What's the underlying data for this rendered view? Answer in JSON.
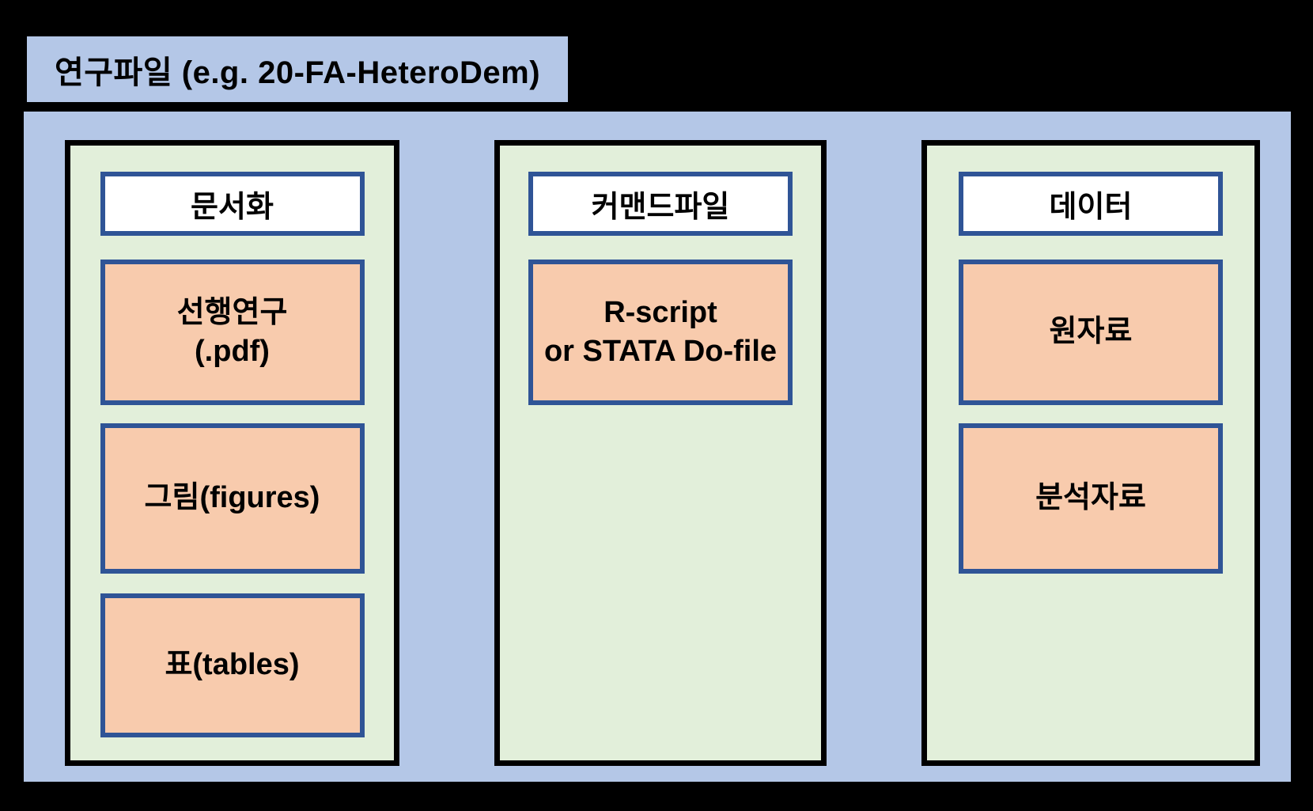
{
  "title": "연구파일 (e.g. 20-FA-HeteroDem)",
  "columns": [
    {
      "header": "문서화",
      "boxes": [
        "선행연구\n(.pdf)",
        "그림(figures)",
        "표(tables)"
      ]
    },
    {
      "header": "커맨드파일",
      "boxes": [
        "R-script\nor STATA Do-file"
      ]
    },
    {
      "header": "데이터",
      "boxes": [
        "원자료",
        "분석자료"
      ]
    }
  ],
  "colors": {
    "tab-blue": "#b4c7e7",
    "column-green": "#e2efda",
    "box-peach": "#f8cbad",
    "border-navy": "#2f5496",
    "bg-black": "#000000",
    "text-black": "#000000"
  }
}
